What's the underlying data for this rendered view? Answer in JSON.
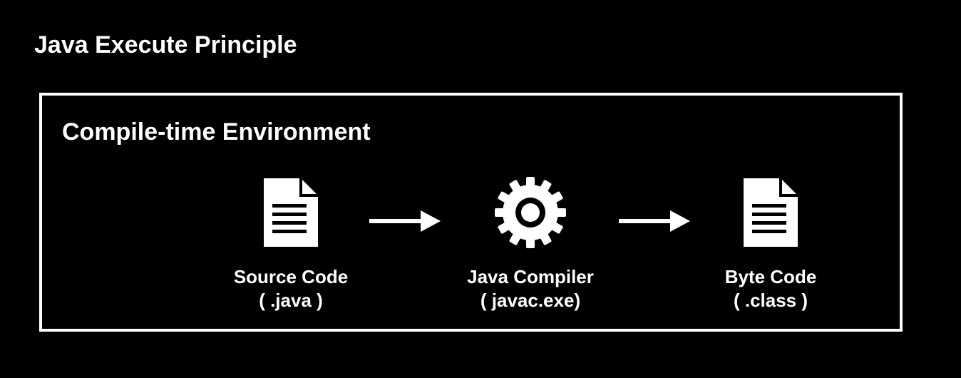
{
  "title": "Java Execute Principle",
  "environment": {
    "title": "Compile-time Environment",
    "nodes": [
      {
        "icon": "document-icon",
        "label_line1": "Source Code",
        "label_line2": "( .java )"
      },
      {
        "icon": "gear-icon",
        "label_line1": "Java Compiler",
        "label_line2": "( javac.exe)"
      },
      {
        "icon": "document-icon",
        "label_line1": "Byte Code",
        "label_line2": "( .class )"
      }
    ],
    "arrows": [
      "right-arrow-icon",
      "right-arrow-icon"
    ]
  },
  "colors": {
    "background": "#000000",
    "foreground": "#ffffff"
  }
}
